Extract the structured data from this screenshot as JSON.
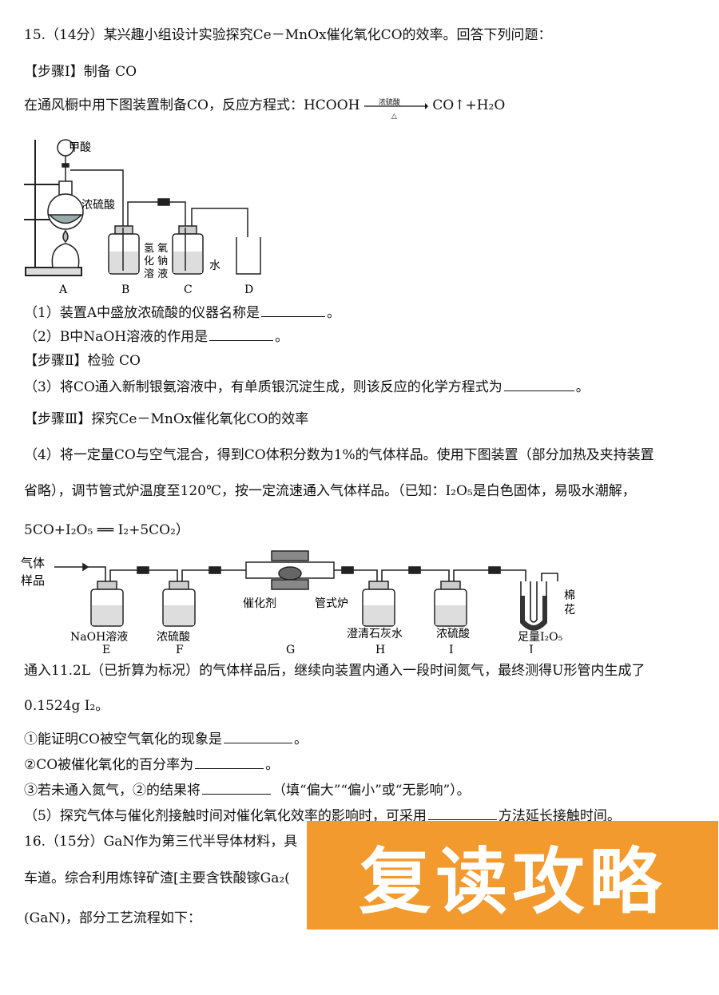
{
  "q15": {
    "header": "15.（14分）某兴趣小组设计实验探究Ce－MnOx催化氧化CO的效率。回答下列问题：",
    "step1": "【步骤Ⅰ】制备 CO",
    "intro": "在通风橱中用下图装置制备CO，反应方程式：HCOOH",
    "arrow_top": "浓硫酸",
    "arrow_bottom": "△",
    "products": "CO↑+H₂O",
    "fig1": {
      "label_acid": "甲酸",
      "label_h2so4": "浓硫酸",
      "label_naoh": "氢氧化钠溶液",
      "label_water": "水",
      "letters": [
        "A",
        "B",
        "C",
        "D"
      ]
    },
    "q1": "（1）装置A中盛放浓硫酸的仪器名称是",
    "q2": "（2）B中NaOH溶液的作用是",
    "step2": "【步骤Ⅱ】检验 CO",
    "q3": "（3）将CO通入新制银氨溶液中，有单质银沉淀生成，则该反应的化学方程式为",
    "step3": "【步骤Ⅲ】探究Ce－MnOx催化氧化CO的效率",
    "q4_line1": "（4）将一定量CO与空气混合，得到CO体积分数为1%的气体样品。使用下图装置（部分加热及夹持装置",
    "q4_line2": "省略），调节管式炉温度至120℃，按一定流速通入气体样品。（已知：I₂O₅是白色固体，易吸水潮解，",
    "equation": "5CO+I₂O₅ ══ I₂+5CO₂）",
    "fig2": {
      "gas_label": "气体样品",
      "catalyst": "催化剂",
      "furnace": "管式炉",
      "cotton": "棉花",
      "reagents": [
        "NaOH溶液",
        "浓硫酸",
        "澄清石灰水",
        "浓硫酸",
        "足量I₂O₅"
      ],
      "letters": [
        "E",
        "F",
        "G",
        "H",
        "I",
        "J"
      ]
    },
    "after_line1": "通入11.2L（已折算为标况）的气体样品后，继续向装置内通入一段时间氮气，最终测得U形管内生成了",
    "after_line2": "0.1524g I₂。",
    "sub1": "①能证明CO被空气氧化的现象是",
    "sub2": "②CO被催化氧化的百分率为",
    "sub3a": "③若未通入氮气，②的结果将",
    "sub3b": "（填“偏大”“偏小”或“无影响”）。",
    "q5": "（5）探究气体与催化剂接触时间对催化氧化效率的影响时，可采用",
    "q5_tail": "方法延长接触时间。"
  },
  "q16": {
    "line1": "16.（15分）GaN作为第三代半导体材料，具",
    "line2": "车道。综合利用炼锌矿渣[主要含铁酸镓Ga₂(",
    "line3": "(GaN)，部分工艺流程如下："
  },
  "watermark": "复读攻略",
  "colors": {
    "watermark_bg": "#f39a2e"
  }
}
